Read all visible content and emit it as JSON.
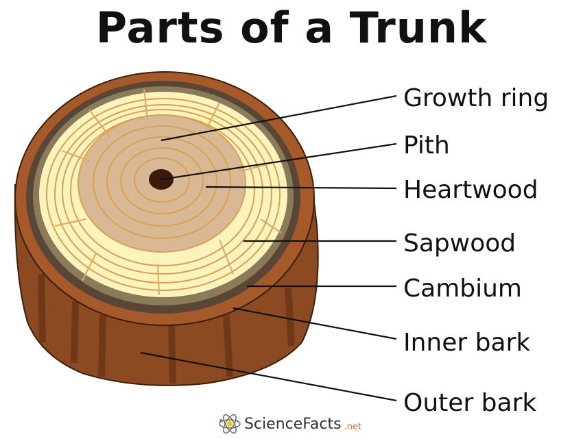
{
  "title": "Parts of a Trunk",
  "labels": {
    "growth_ring": "Growth ring",
    "pith": "Pith",
    "heartwood": "Heartwood",
    "sapwood": "Sapwood",
    "cambium": "Cambium",
    "inner_bark": "Inner bark",
    "outer_bark": "Outer bark"
  },
  "logo": {
    "name": "ScienceFacts",
    "suffix": ".net"
  },
  "colors": {
    "outer_bark": "#a65a2a",
    "outer_bark_side": "#8b4a22",
    "inner_bark": "#5a4636",
    "cambium": "#8a7c58",
    "sapwood": "#fcf3bd",
    "heartwood": "#d9b995",
    "rings": "#d9a050",
    "pith": "#3a1a0a"
  }
}
